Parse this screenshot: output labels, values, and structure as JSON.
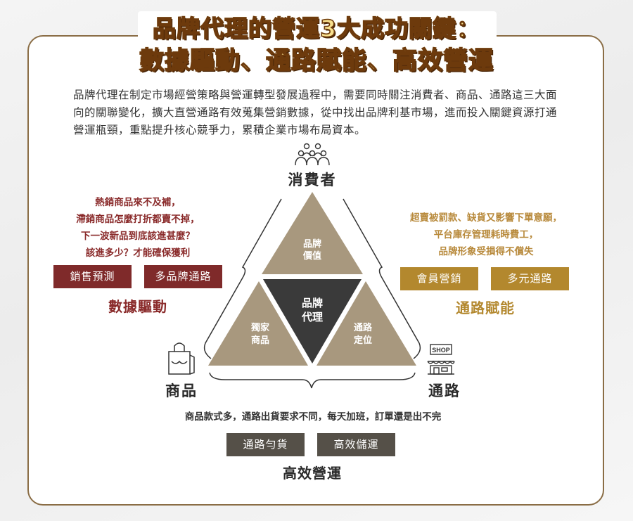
{
  "title": {
    "line1": "品牌代理的營運3大成功關鍵：",
    "line2": "數據驅動、通路賦能、高效營運"
  },
  "intro": "品牌代理在制定市場經營策略與營運轉型發展過程中，需要同時關注消費者、商品、通路這三大面向的關聯變化，擴大直營通路有效蒐集營銷數據，從中找出品牌利基市場，進而投入關鍵資源打通營運瓶頸，重點提升核心競爭力，累積企業市場布局資本。",
  "nodes": {
    "consumer": "消費者",
    "product": "商品",
    "channel": "通路"
  },
  "triangle": {
    "top": [
      "品牌",
      "價值"
    ],
    "center": [
      "品牌",
      "代理"
    ],
    "left": [
      "獨家",
      "商品"
    ],
    "right": [
      "通路",
      "定位"
    ]
  },
  "icons": {
    "consumer": "people-group-icon",
    "product": "shopping-bag-icon",
    "channel": "shop-storefront-icon",
    "shop_sign": "SHOP"
  },
  "left_panel": {
    "pains": [
      "熱銷商品來不及補，",
      "滯銷商品怎麼打折都賣不掉，",
      "下一波新品到底該進甚麼？",
      "該進多少？才能確保獲利"
    ],
    "tags": [
      "銷售預測",
      "多品牌通路"
    ],
    "heading": "數據驅動"
  },
  "right_panel": {
    "pains": [
      "超賣被罰款、缺貨又影響下單意願，",
      "平台庫存管理耗時費工，",
      "品牌形象受損得不償失"
    ],
    "tags": [
      "會員營銷",
      "多元通路"
    ],
    "heading": "通路賦能"
  },
  "bottom_panel": {
    "pain": "商品款式多，通路出貨要求不同，每天加班，訂單還是出不完",
    "tags": [
      "通路勻貨",
      "高效儲運"
    ],
    "heading": "高效營運"
  },
  "colors": {
    "frame": "#8a6d45",
    "tan": "#a8987e",
    "dark": "#3a3a3a",
    "red": "#7f2a2a",
    "gold": "#b3882e",
    "grey_tag": "#555048"
  }
}
